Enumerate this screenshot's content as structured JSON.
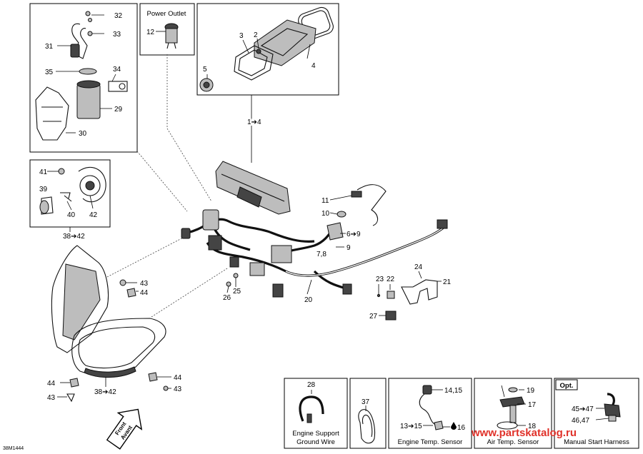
{
  "diagram": {
    "drawing_code": "38M1444",
    "boxes": {
      "power_outlet": "Power Outlet",
      "engine_support_ground_wire": [
        "Engine Support",
        "Ground Wire"
      ],
      "engine_temp_sensor": "Engine Temp. Sensor",
      "air_temp_sensor": "Air Temp. Sensor",
      "manual_start_harness": "Manual Start Harness",
      "opt": "Opt."
    },
    "front_arrow": [
      "Front",
      "Avant"
    ],
    "watermark": "www.partskatalog.ru",
    "callouts": {
      "c32": "32",
      "c33": "33",
      "c31": "31",
      "c35": "35",
      "c34": "34",
      "c29": "29",
      "c30": "30",
      "c12": "12",
      "c3": "3",
      "c2": "2",
      "c5": "5",
      "c4": "4",
      "c1to4": "1➔4",
      "c41": "41",
      "c39": "39",
      "c40": "40",
      "c42": "42",
      "c38to42_top": "38➔42",
      "c11": "11",
      "c10": "10",
      "c6to9": "6➔9",
      "c7_8": "7,8",
      "c9": "9",
      "c43_top": "43",
      "c44_top": "44",
      "c26": "26",
      "c25": "25",
      "c20": "20",
      "c24": "24",
      "c23": "23",
      "c22": "22",
      "c21": "21",
      "c27": "27",
      "c44_bl": "44",
      "c43_bl": "43",
      "c38to42_bot": "38➔42",
      "c44_br": "44",
      "c43_br": "43",
      "c28": "28",
      "c37": "37",
      "c14_15": "14,15",
      "c13to15": "13➔15",
      "c16": "16",
      "c19": "19",
      "c17": "17",
      "c18": "18",
      "c45to47": "45➔47",
      "c46_47": "46,47"
    }
  }
}
